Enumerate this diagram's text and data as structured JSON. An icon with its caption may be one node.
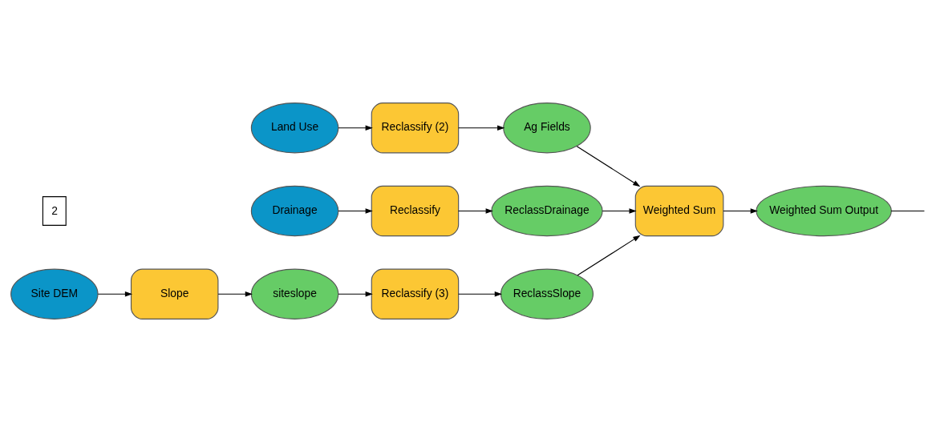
{
  "diagram": {
    "nodes": [
      {
        "text": [
          "Land Use"
        ]
      },
      {
        "text": [
          "Reclassify (2)"
        ]
      },
      {
        "text": [
          "Ag Fields"
        ]
      },
      {
        "text": [
          "Drainage"
        ]
      },
      {
        "text": [
          "Reclassify"
        ]
      },
      {
        "text": [
          "ReclassDrainage"
        ]
      },
      {
        "text": [
          "Weighted Sum"
        ]
      },
      {
        "text": [
          "Weighted Sum Output"
        ]
      },
      {
        "text": [
          "Site DEM"
        ]
      },
      {
        "text": [
          "Slope"
        ]
      },
      {
        "text": [
          "siteslope"
        ]
      },
      {
        "text": [
          "Reclassify (3)"
        ]
      },
      {
        "text": [
          "ReclassSlope"
        ]
      }
    ],
    "edges": [
      {
        "from": 0,
        "to": 1,
        "arrow": "to"
      },
      {
        "from": 1,
        "to": 2,
        "arrow": "to"
      },
      {
        "from": 2,
        "to": 6,
        "arrow": "to"
      },
      {
        "from": 3,
        "to": 4,
        "arrow": "to"
      },
      {
        "from": 4,
        "to": 5,
        "arrow": "to"
      },
      {
        "from": 5,
        "to": 6,
        "arrow": "to"
      },
      {
        "from": 8,
        "to": 9,
        "arrow": "to"
      },
      {
        "from": 9,
        "to": 10,
        "arrow": "to"
      },
      {
        "from": 10,
        "to": 11,
        "arrow": "to"
      },
      {
        "from": 11,
        "to": 12,
        "arrow": "to"
      },
      {
        "from": 12,
        "to": 6,
        "arrow": "to"
      },
      {
        "from": 6,
        "to": 7,
        "arrow": "to"
      },
      {
        "from": 7,
        "to": null,
        "arrow": "none"
      }
    ],
    "labels": [
      "2"
    ]
  }
}
